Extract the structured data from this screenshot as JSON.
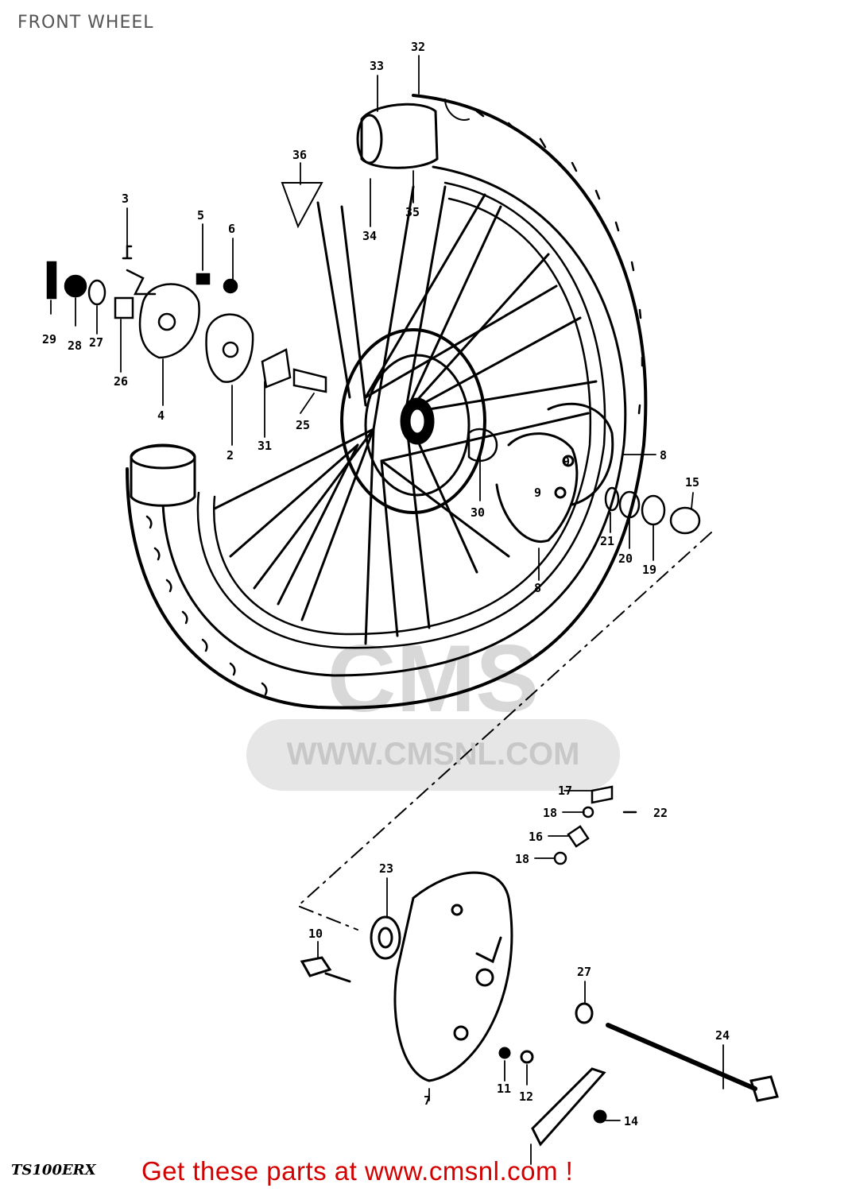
{
  "header": {
    "title": "FRONT WHEEL"
  },
  "footer": {
    "model_code": "TS100ERX",
    "cta": "Get these parts at www.cmsnl.com !"
  },
  "watermark": {
    "logo": "CMS",
    "url": "WWW.CMSNL.COM"
  },
  "part_labels": [
    "2",
    "3",
    "4",
    "5",
    "6",
    "7",
    "8",
    "8",
    "9",
    "9",
    "10",
    "11",
    "12",
    "14",
    "15",
    "16",
    "17",
    "18",
    "18",
    "19",
    "20",
    "21",
    "22",
    "23",
    "24",
    "25",
    "26",
    "27",
    "27",
    "28",
    "29",
    "30",
    "31",
    "32",
    "33",
    "34",
    "35",
    "36"
  ],
  "colors": {
    "ink": "#000000",
    "cta": "#d40000",
    "watermark": "#cccccc"
  }
}
